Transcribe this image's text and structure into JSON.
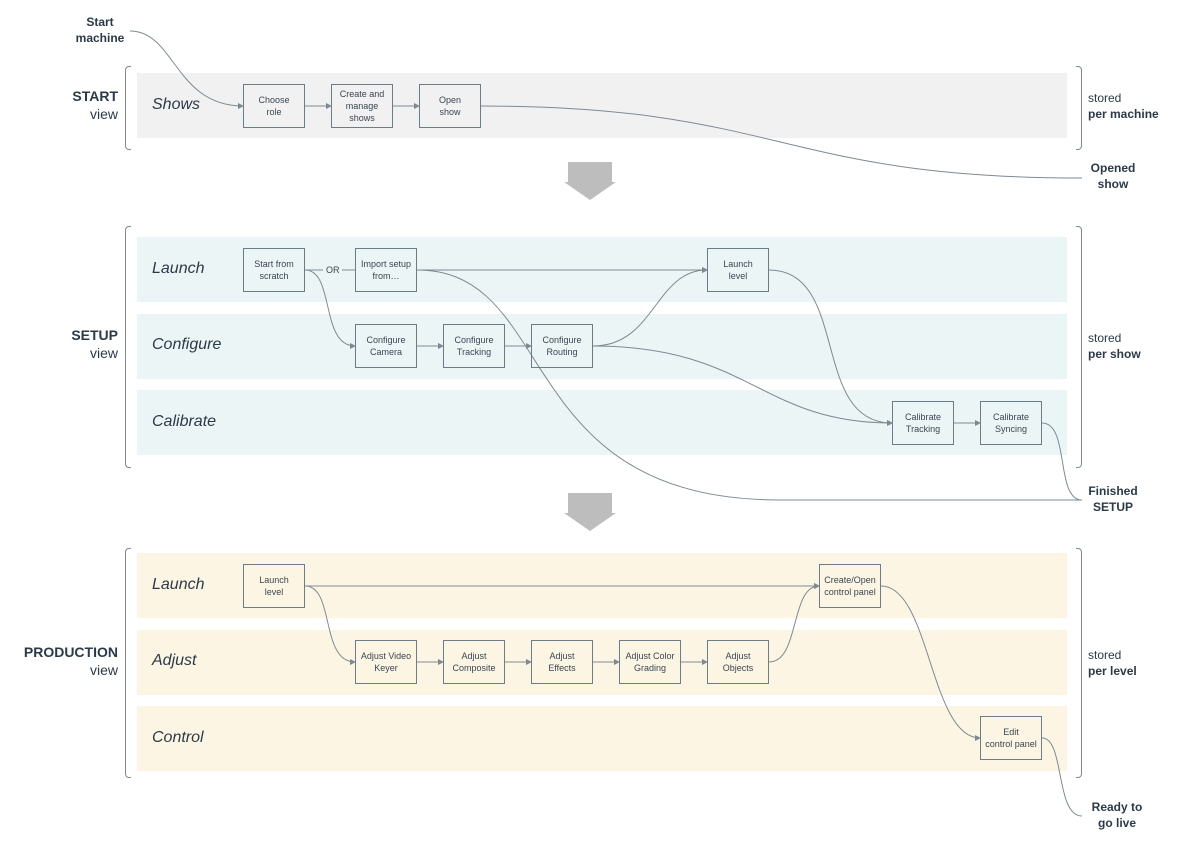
{
  "start_machine": "Start\nmachine",
  "views": {
    "start": {
      "name": "START",
      "sub": "view",
      "stored_a": "stored",
      "stored_b": "per machine"
    },
    "setup": {
      "name": "SETUP",
      "sub": "view",
      "stored_a": "stored",
      "stored_b": "per show"
    },
    "production": {
      "name": "PRODUCTION",
      "sub": "view",
      "stored_a": "stored",
      "stored_b": "per level"
    }
  },
  "lanes": {
    "shows": "Shows",
    "setup_launch": "Launch",
    "configure": "Configure",
    "calibrate": "Calibrate",
    "prod_launch": "Launch",
    "adjust": "Adjust",
    "control": "Control"
  },
  "nodes": {
    "choose_role": "Choose\nrole",
    "create_manage_shows": "Create and\nmanage\nshows",
    "open_show": "Open\nshow",
    "start_from_scratch": "Start from\nscratch",
    "import_setup": "Import setup\nfrom…",
    "launch_level_setup": "Launch\nlevel",
    "configure_camera": "Configure\nCamera",
    "configure_tracking": "Configure\nTracking",
    "configure_routing": "Configure\nRouting",
    "calibrate_tracking": "Calibrate\nTracking",
    "calibrate_syncing": "Calibrate\nSyncing",
    "launch_level_prod": "Launch\nlevel",
    "create_open_control_panel": "Create/Open\ncontrol panel",
    "adjust_video_keyer": "Adjust Video\nKeyer",
    "adjust_composite": "Adjust\nComposite",
    "adjust_effects": "Adjust\nEffects",
    "adjust_color_grading": "Adjust Color\nGrading",
    "adjust_objects": "Adjust\nObjects",
    "edit_control_panel": "Edit\ncontrol panel"
  },
  "or_label": "OR",
  "endpoints": {
    "opened_show": "Opened\nshow",
    "finished_setup": "Finished\nSETUP",
    "ready_to_go_live": "Ready to\ngo live"
  },
  "colors": {
    "start_lane": "#f1f1f1",
    "setup_lane": "#ebf5f5",
    "production_lane": "#fdf5e3",
    "line": "#7d8a94",
    "arrow": "#bdbdbd",
    "text": "#2b3a48"
  }
}
